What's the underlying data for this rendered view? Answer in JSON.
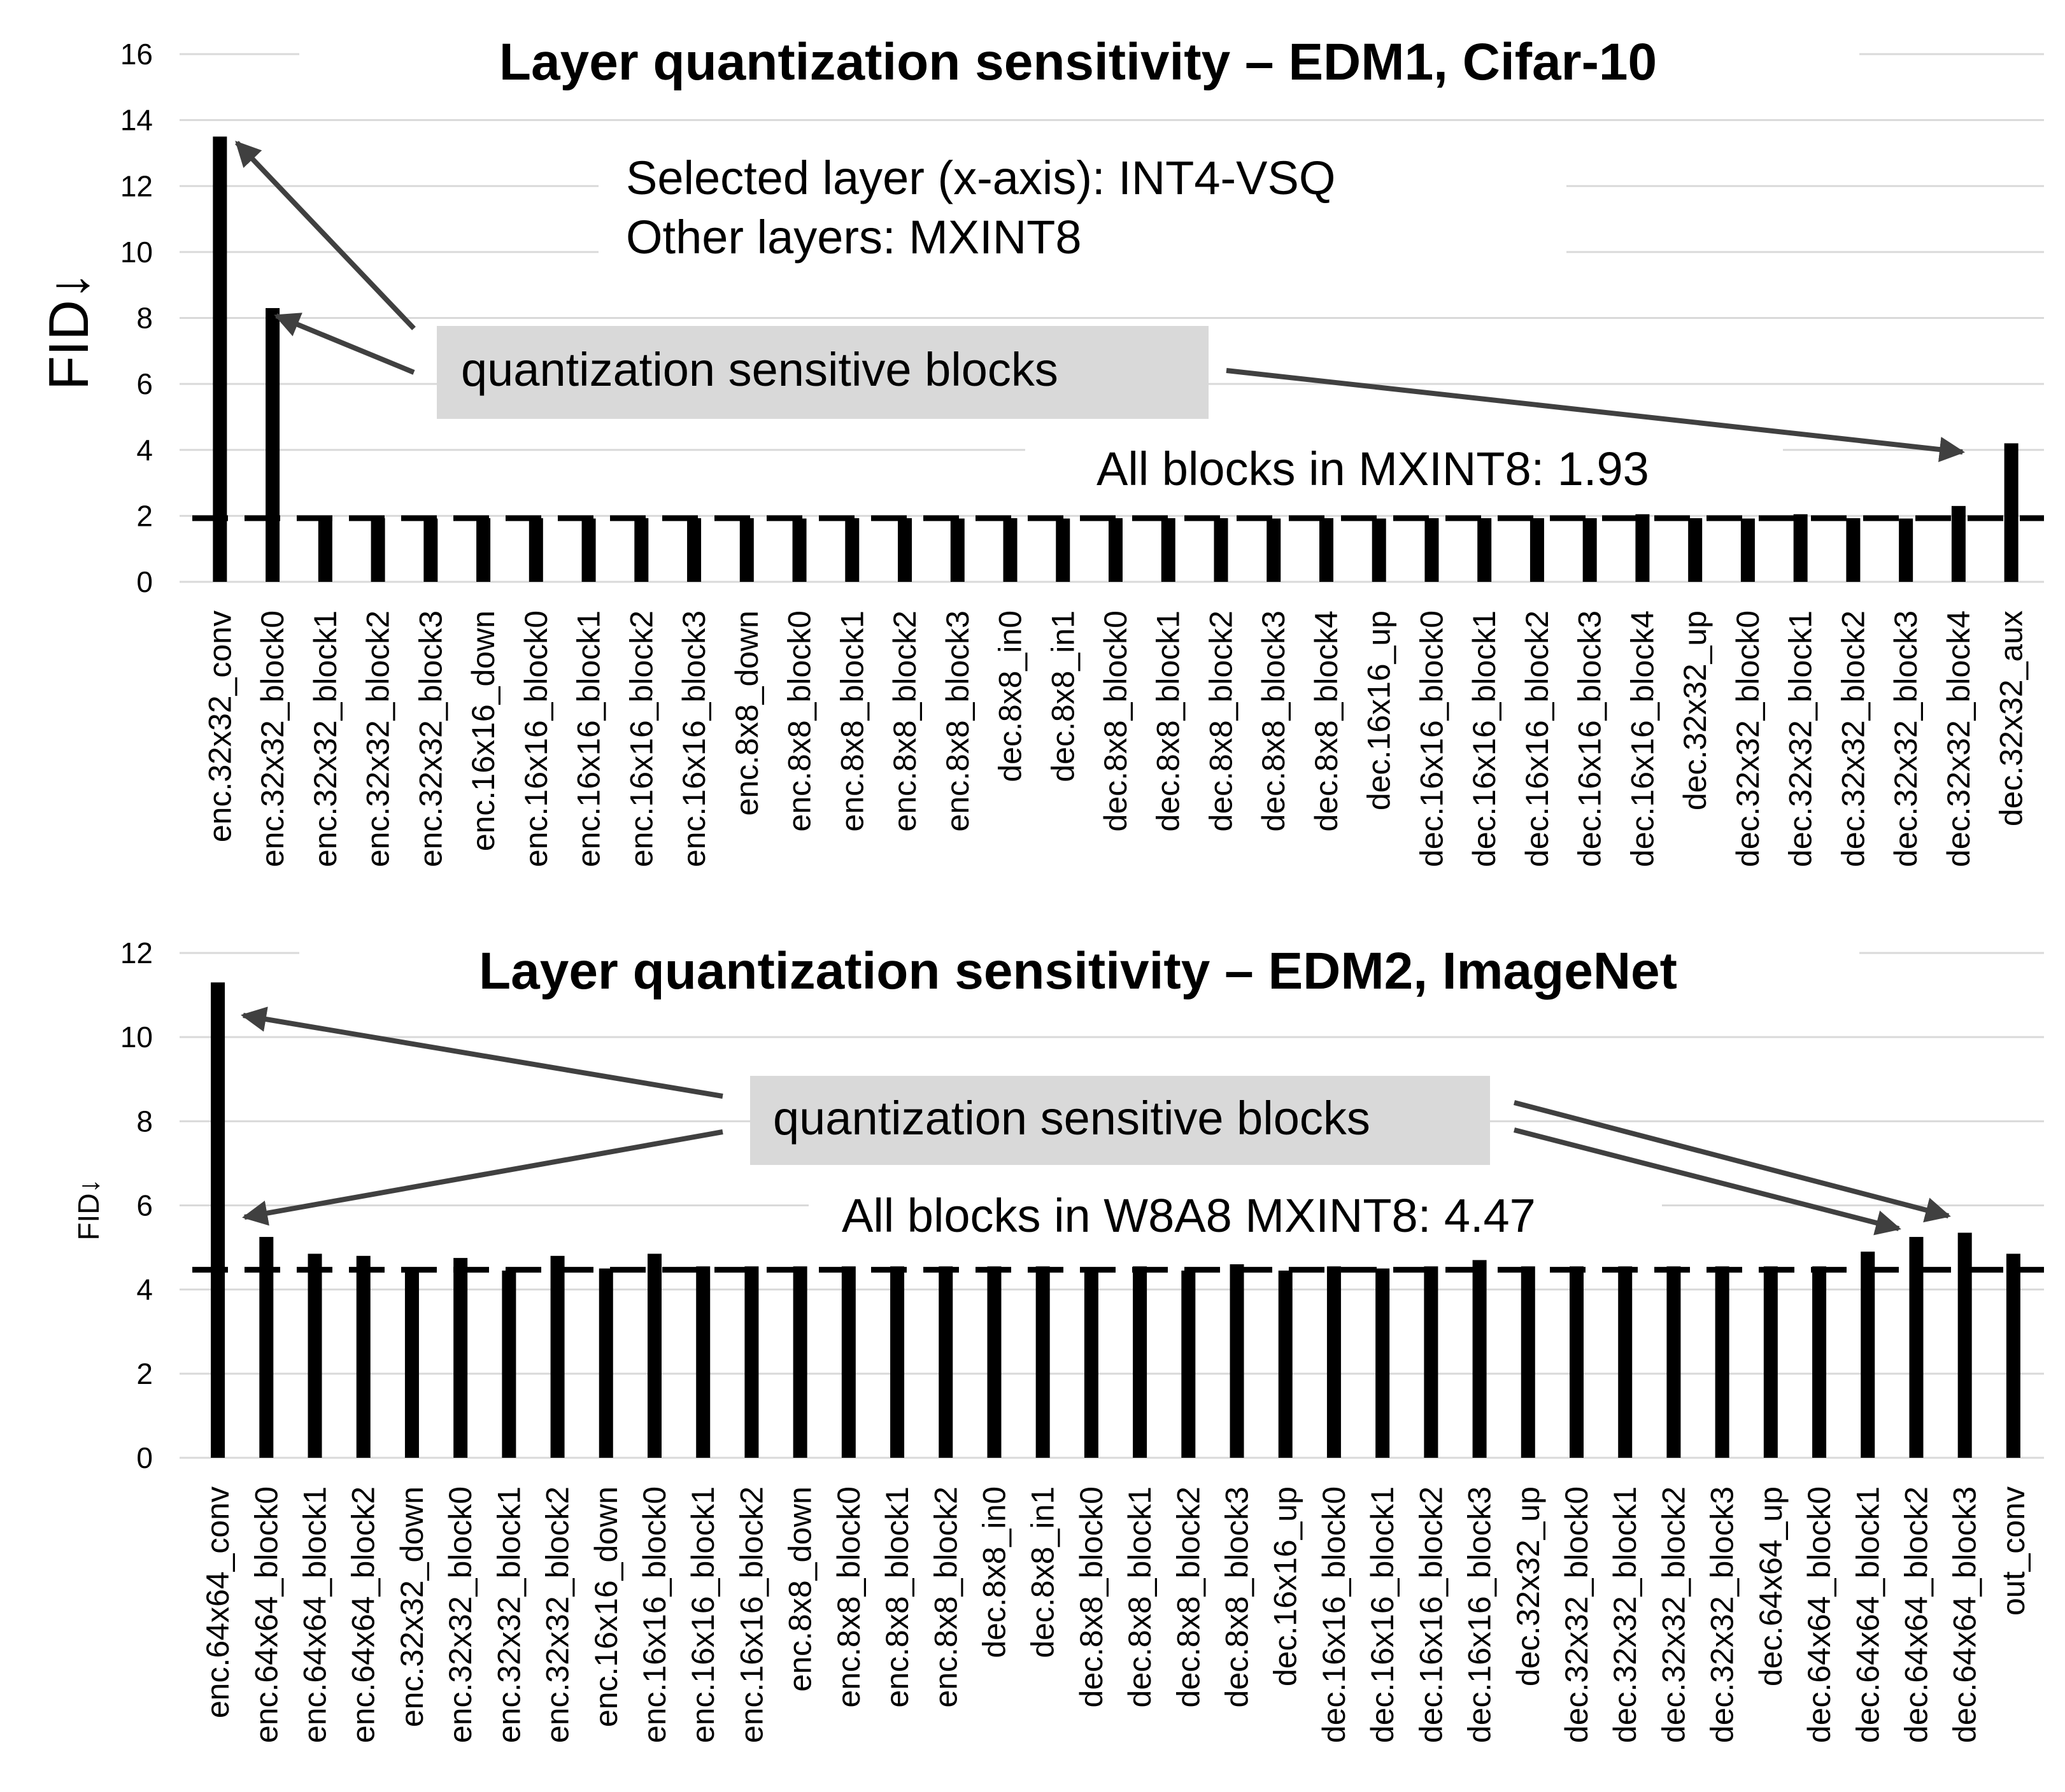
{
  "colors": {
    "bar": "#000000",
    "grid": "#d9d9d9",
    "callout_box": "#d9d9d9",
    "arrow": "#404040",
    "baseline": "#000000"
  },
  "chart_data": [
    {
      "type": "bar",
      "title": "Layer quantization sensitivity – EDM1, Cifar-10",
      "ylabel": "FID↓",
      "xlabel": "",
      "ylim": [
        0,
        16
      ],
      "yticks": [
        0,
        2,
        4,
        6,
        8,
        10,
        12,
        14,
        16
      ],
      "grid": true,
      "categories": [
        "enc.32x32_conv",
        "enc.32x32_block0",
        "enc.32x32_block1",
        "enc.32x32_block2",
        "enc.32x32_block3",
        "enc.16x16_down",
        "enc.16x16_block0",
        "enc.16x16_block1",
        "enc.16x16_block2",
        "enc.16x16_block3",
        "enc.8x8_down",
        "enc.8x8_block0",
        "enc.8x8_block1",
        "enc.8x8_block2",
        "enc.8x8_block3",
        "dec.8x8_in0",
        "dec.8x8_in1",
        "dec.8x8_block0",
        "dec.8x8_block1",
        "dec.8x8_block2",
        "dec.8x8_block3",
        "dec.8x8_block4",
        "dec.16x16_up",
        "dec.16x16_block0",
        "dec.16x16_block1",
        "dec.16x16_block2",
        "dec.16x16_block3",
        "dec.16x16_block4",
        "dec.32x32_up",
        "dec.32x32_block0",
        "dec.32x32_block1",
        "dec.32x32_block2",
        "dec.32x32_block3",
        "dec.32x32_block4",
        "dec.32x32_aux"
      ],
      "values": [
        13.5,
        8.3,
        1.93,
        1.93,
        1.92,
        1.93,
        1.93,
        1.92,
        1.93,
        1.93,
        1.93,
        1.92,
        1.93,
        1.93,
        1.92,
        1.93,
        1.92,
        1.93,
        1.93,
        1.93,
        1.92,
        1.93,
        1.92,
        1.93,
        1.93,
        1.93,
        1.93,
        2.05,
        1.93,
        1.92,
        2.05,
        1.93,
        1.92,
        2.3,
        4.2
      ],
      "baseline": 1.93,
      "baseline_label": "All blocks in MXINT8: 1.93",
      "notes": [
        "Selected layer (x-axis): INT4-VSQ",
        "Other layers: MXINT8"
      ],
      "callout": "quantization sensitive blocks"
    },
    {
      "type": "bar",
      "title": "Layer quantization sensitivity – EDM2, ImageNet",
      "ylabel": "FID↓",
      "xlabel": "",
      "ylim": [
        0,
        12
      ],
      "yticks": [
        0,
        2,
        4,
        6,
        8,
        10,
        12
      ],
      "grid": true,
      "categories": [
        "enc.64x64_conv",
        "enc.64x64_block0",
        "enc.64x64_block1",
        "enc.64x64_block2",
        "enc.32x32_down",
        "enc.32x32_block0",
        "enc.32x32_block1",
        "enc.32x32_block2",
        "enc.16x16_down",
        "enc.16x16_block0",
        "enc.16x16_block1",
        "enc.16x16_block2",
        "enc.8x8_down",
        "enc.8x8_block0",
        "enc.8x8_block1",
        "enc.8x8_block2",
        "dec.8x8_in0",
        "dec.8x8_in1",
        "dec.8x8_block0",
        "dec.8x8_block1",
        "dec.8x8_block2",
        "dec.8x8_block3",
        "dec.16x16_up",
        "dec.16x16_block0",
        "dec.16x16_block1",
        "dec.16x16_block2",
        "dec.16x16_block3",
        "dec.32x32_up",
        "dec.32x32_block0",
        "dec.32x32_block1",
        "dec.32x32_block2",
        "dec.32x32_block3",
        "dec.64x64_up",
        "dec.64x64_block0",
        "dec.64x64_block1",
        "dec.64x64_block2",
        "dec.64x64_block3",
        "out_conv"
      ],
      "values": [
        11.3,
        5.25,
        4.85,
        4.8,
        4.5,
        4.75,
        4.45,
        4.8,
        4.5,
        4.85,
        4.55,
        4.55,
        4.55,
        4.55,
        4.55,
        4.55,
        4.55,
        4.55,
        4.5,
        4.55,
        4.45,
        4.6,
        4.45,
        4.55,
        4.5,
        4.55,
        4.7,
        4.55,
        4.55,
        4.55,
        4.55,
        4.55,
        4.55,
        4.55,
        4.9,
        5.25,
        5.35,
        4.85
      ],
      "baseline": 4.47,
      "baseline_label": "All blocks in W8A8 MXINT8: 4.47",
      "callout": "quantization sensitive blocks"
    }
  ]
}
